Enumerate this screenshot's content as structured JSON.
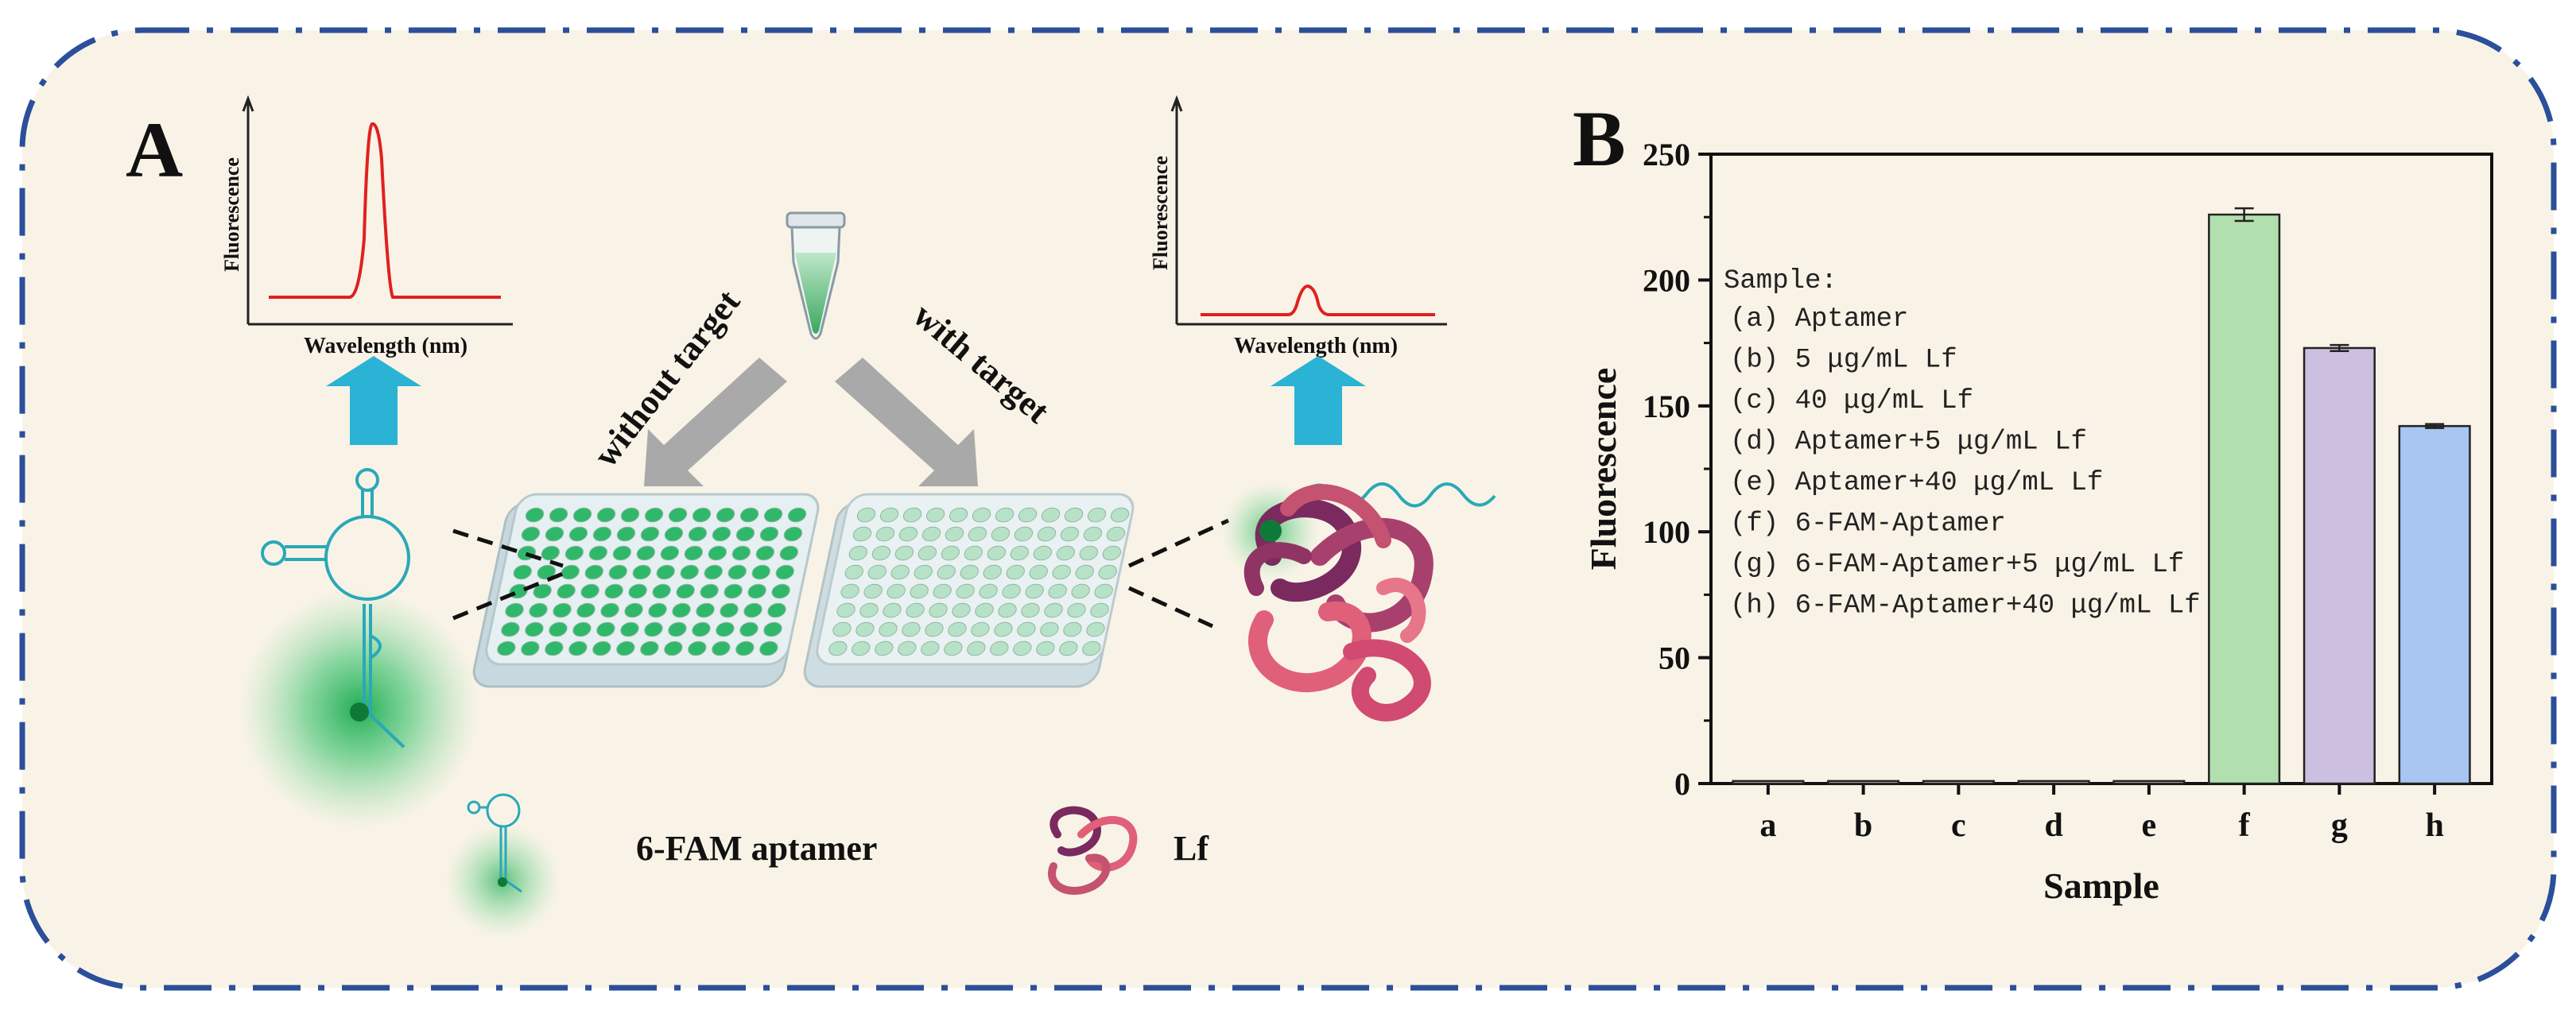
{
  "colors": {
    "background": "#f8f3e6",
    "frame": "#2b4f9a",
    "spectrum": "#e02020",
    "arrow_up": "#2ab3d4",
    "arrow_down": "#a9a9a9",
    "fluor_green": "#1db45a",
    "aptamer_line": "#2aa8b8",
    "plate_body": "#d9e7ea",
    "well_on": "#2fb86a",
    "well_off": "#b7e2c8",
    "protein_dark": "#7a2a5e",
    "protein_light": "#e0607a"
  },
  "panel_a": {
    "label": "A",
    "spectrum_high": {
      "ylabel": "Fluorescence",
      "xlabel": "Wavelength (nm)"
    },
    "spectrum_low": {
      "ylabel": "Fluorescence",
      "xlabel": "Wavelength (nm)"
    },
    "arrow_without": "without target",
    "arrow_with": "with target",
    "legend_aptamer": "6-FAM aptamer",
    "legend_protein": "Lf"
  },
  "panel_b": {
    "label": "B"
  },
  "chart_data": {
    "type": "bar",
    "xlabel": "Sample",
    "ylabel": "Fluorescence",
    "ylim": [
      0,
      250
    ],
    "yticks": [
      0,
      50,
      100,
      150,
      200,
      250
    ],
    "categories": [
      "a",
      "b",
      "c",
      "d",
      "e",
      "f",
      "g",
      "h"
    ],
    "values": [
      1,
      1,
      1,
      1,
      1,
      226,
      173,
      142
    ],
    "errors": [
      0,
      0,
      0,
      0,
      0,
      2.5,
      1.2,
      0.8
    ],
    "bar_colors": [
      "#f4cccc",
      "#f4cccc",
      "#f4cccc",
      "#f4cccc",
      "#f4cccc",
      "#b2dfae",
      "#cdbfe0",
      "#a9c6f2"
    ],
    "legend_title": "Sample:",
    "legend_items": [
      "(a) Aptamer",
      "(b) 5 μg/mL Lf",
      "(c) 40 μg/mL Lf",
      "(d) Aptamer+5 μg/mL Lf",
      "(e) Aptamer+40 μg/mL Lf",
      "(f) 6-FAM-Aptamer",
      "(g) 6-FAM-Aptamer+5 μg/mL Lf",
      "(h) 6-FAM-Aptamer+40 μg/mL Lf"
    ],
    "legend_placement": "top-left",
    "grid": false
  }
}
